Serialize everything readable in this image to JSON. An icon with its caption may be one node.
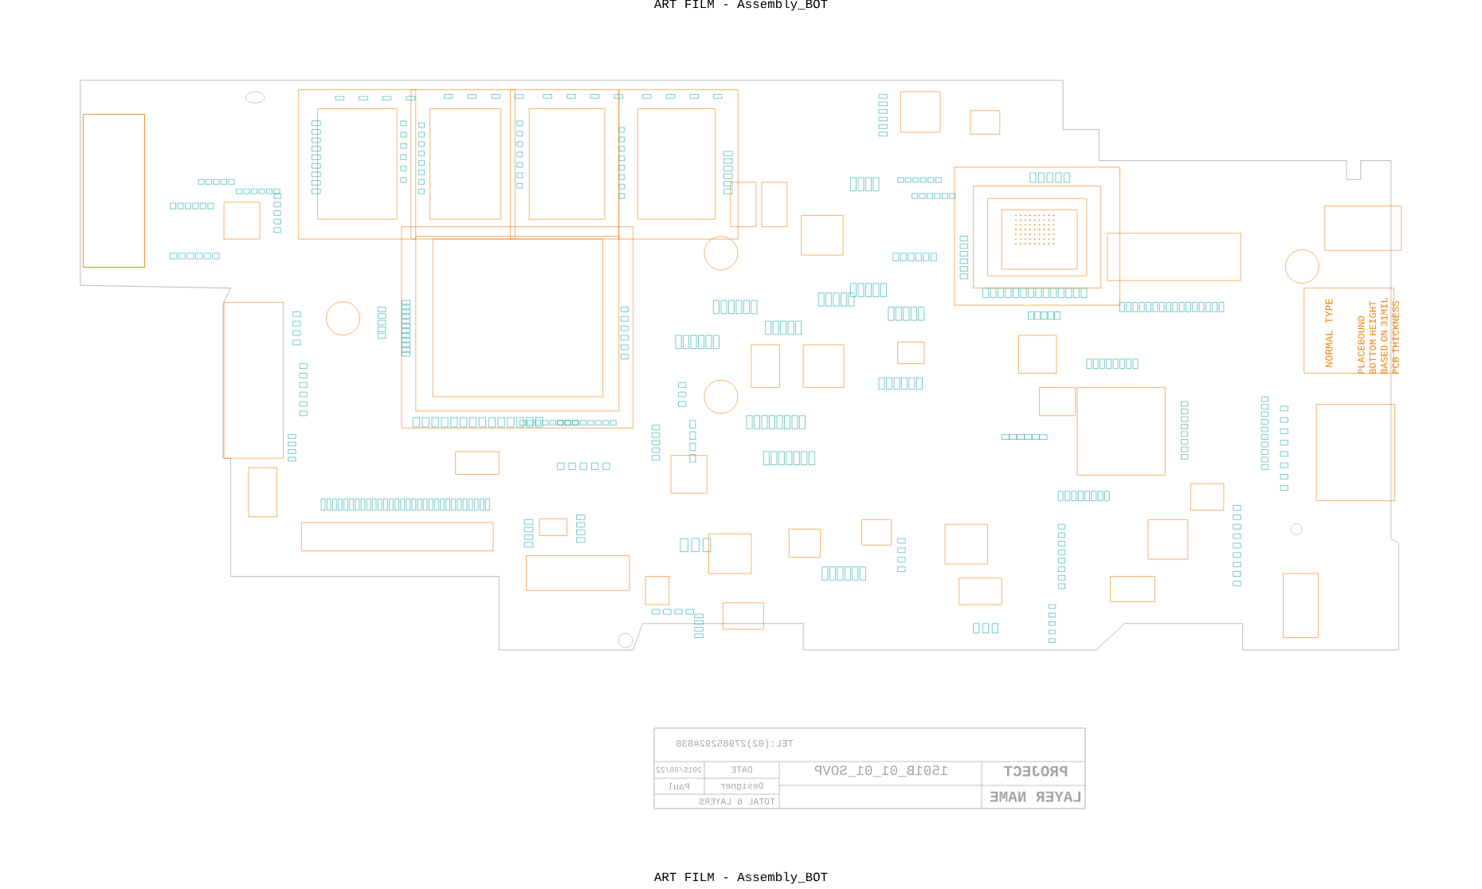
{
  "diagram": {
    "title": "ART FILM - Assembly_BOT",
    "labels": [
      "NORMAL TYPE",
      "PLACEBOUND BOTTOM HEIGHT BASED ON 31MIL PCB THICKNESS",
      "TEL:(02)27985292#838",
      "1501B_01_01_SOVP",
      "PROJECT",
      "LAYER NAME",
      "DATE",
      "2015/08/22",
      "Designer",
      "Paul",
      "TOTAL 6 LAYERS",
      "ART FILM - Assembly_BOT"
    ]
  }
}
